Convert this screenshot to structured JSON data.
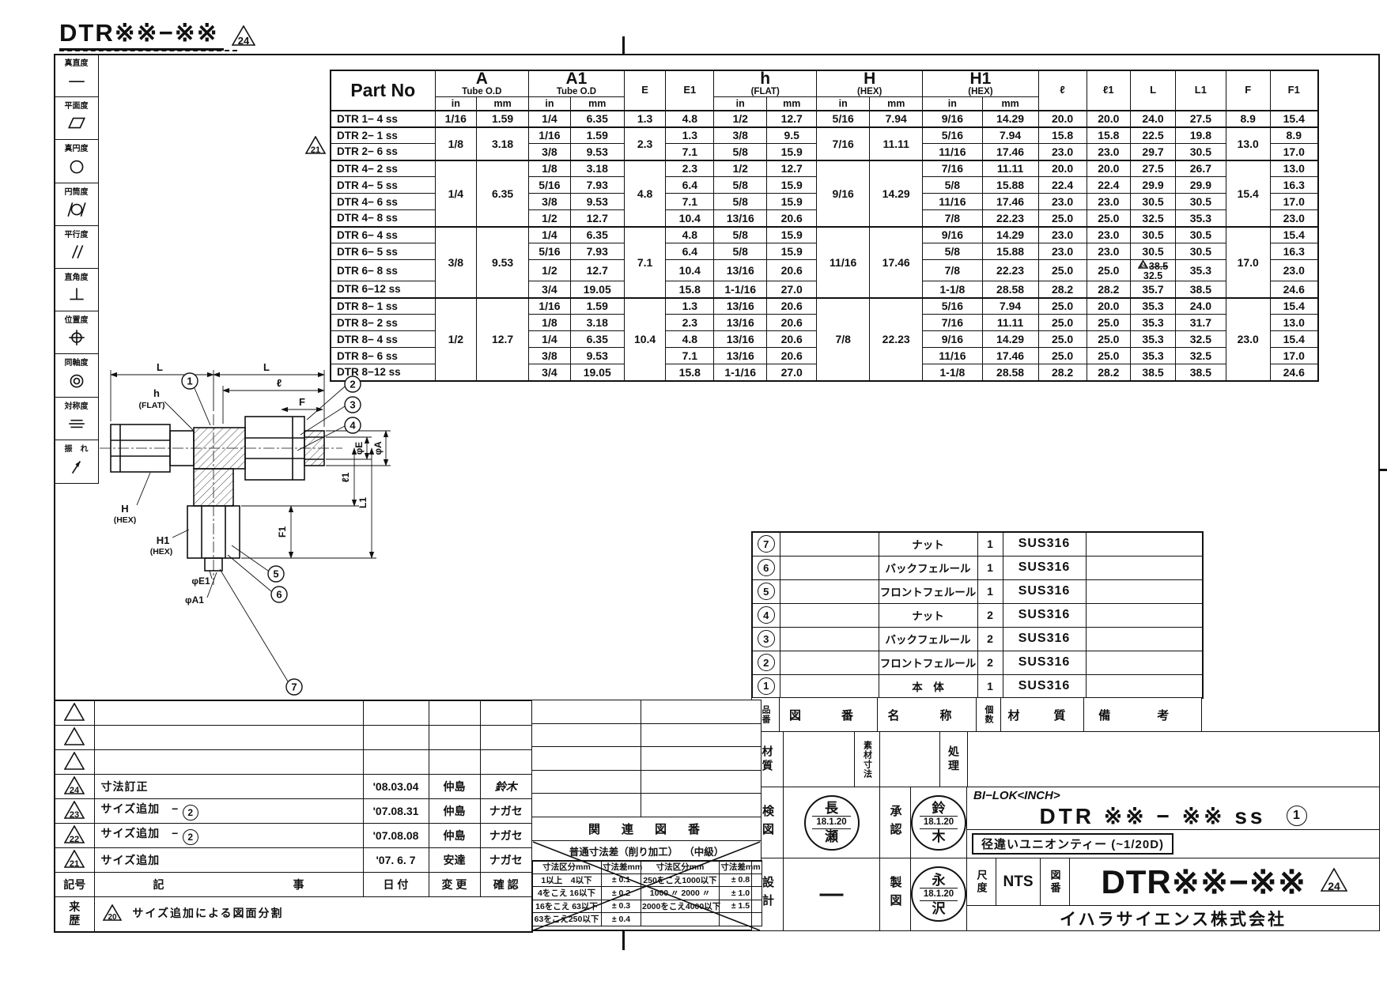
{
  "title": {
    "code": "DTR※※−※※",
    "revision_triangle": "24"
  },
  "gdt_symbols": [
    {
      "label": "真直度",
      "symbol": "straightness"
    },
    {
      "label": "平面度",
      "symbol": "flatness"
    },
    {
      "label": "真円度",
      "symbol": "roundness"
    },
    {
      "label": "円筒度",
      "symbol": "cylindricity"
    },
    {
      "label": "平行度",
      "symbol": "parallelism"
    },
    {
      "label": "直角度",
      "symbol": "perpendicularity"
    },
    {
      "label": "位置度",
      "symbol": "position"
    },
    {
      "label": "同軸度",
      "symbol": "concentricity"
    },
    {
      "label": "対称度",
      "symbol": "symmetry"
    },
    {
      "label": "振　れ",
      "symbol": "runout"
    }
  ],
  "dimension_table": {
    "note_triangle": "21",
    "headers": {
      "part": "Part No",
      "a": "A",
      "a_sub": "Tube O.D",
      "a1": "A1",
      "a1_sub": "Tube O.D",
      "e": "E",
      "e1": "E1",
      "h": "h",
      "h_sub": "(FLAT)",
      "hex": "H",
      "hex_sub": "(HEX)",
      "hex1": "H1",
      "hex1_sub": "(HEX)",
      "l": "ℓ",
      "l1": "ℓ1",
      "L": "L",
      "L1": "L1",
      "f": "F",
      "f1": "F1",
      "in": "in",
      "mm": "mm"
    },
    "groups": [
      {
        "a_in": "1/16",
        "a_mm": "1.59",
        "e": "1.3",
        "hex_in": "5/16",
        "hex_mm": "7.94",
        "f": "8.9",
        "rows": [
          {
            "part": "DTR 1− 4 ss",
            "a1_in": "1/4",
            "a1_mm": "6.35",
            "e1": "4.8",
            "flat_in": "1/2",
            "flat_mm": "12.7",
            "hex1_in": "9/16",
            "hex1_mm": "14.29",
            "l": "20.0",
            "l1": "20.0",
            "L": "24.0",
            "L1": "27.5",
            "f1": "15.4"
          }
        ]
      },
      {
        "a_in": "1/8",
        "a_mm": "3.18",
        "e": "2.3",
        "hex_in": "7/16",
        "hex_mm": "11.11",
        "f": "13.0",
        "rows": [
          {
            "part": "DTR 2− 1 ss",
            "a1_in": "1/16",
            "a1_mm": "1.59",
            "e1": "1.3",
            "flat_in": "3/8",
            "flat_mm": "9.5",
            "hex1_in": "5/16",
            "hex1_mm": "7.94",
            "l": "15.8",
            "l1": "15.8",
            "L": "22.5",
            "L1": "19.8",
            "f1": "8.9"
          },
          {
            "part": "DTR 2− 6 ss",
            "a1_in": "3/8",
            "a1_mm": "9.53",
            "e1": "7.1",
            "flat_in": "5/8",
            "flat_mm": "15.9",
            "hex1_in": "11/16",
            "hex1_mm": "17.46",
            "l": "23.0",
            "l1": "23.0",
            "L": "29.7",
            "L1": "30.5",
            "f1": "17.0"
          }
        ]
      },
      {
        "a_in": "1/4",
        "a_mm": "6.35",
        "e": "4.8",
        "hex_in": "9/16",
        "hex_mm": "14.29",
        "f": "15.4",
        "rows": [
          {
            "part": "DTR 4− 2 ss",
            "a1_in": "1/8",
            "a1_mm": "3.18",
            "e1": "2.3",
            "flat_in": "1/2",
            "flat_mm": "12.7",
            "hex1_in": "7/16",
            "hex1_mm": "11.11",
            "l": "20.0",
            "l1": "20.0",
            "L": "27.5",
            "L1": "26.7",
            "f1": "13.0"
          },
          {
            "part": "DTR 4− 5 ss",
            "a1_in": "5/16",
            "a1_mm": "7.93",
            "e1": "6.4",
            "flat_in": "5/8",
            "flat_mm": "15.9",
            "hex1_in": "5/8",
            "hex1_mm": "15.88",
            "l": "22.4",
            "l1": "22.4",
            "L": "29.9",
            "L1": "29.9",
            "f1": "16.3"
          },
          {
            "part": "DTR 4− 6 ss",
            "a1_in": "3/8",
            "a1_mm": "9.53",
            "e1": "7.1",
            "flat_in": "5/8",
            "flat_mm": "15.9",
            "hex1_in": "11/16",
            "hex1_mm": "17.46",
            "l": "23.0",
            "l1": "23.0",
            "L": "30.5",
            "L1": "30.5",
            "f1": "17.0"
          },
          {
            "part": "DTR 4− 8 ss",
            "a1_in": "1/2",
            "a1_mm": "12.7",
            "e1": "10.4",
            "flat_in": "13/16",
            "flat_mm": "20.6",
            "hex1_in": "7/8",
            "hex1_mm": "22.23",
            "l": "25.0",
            "l1": "25.0",
            "L": "32.5",
            "L1": "35.3",
            "f1": "23.0"
          }
        ]
      },
      {
        "a_in": "3/8",
        "a_mm": "9.53",
        "e": "7.1",
        "hex_in": "11/16",
        "hex_mm": "17.46",
        "f": "17.0",
        "rows": [
          {
            "part": "DTR 6− 4 ss",
            "a1_in": "1/4",
            "a1_mm": "6.35",
            "e1": "4.8",
            "flat_in": "5/8",
            "flat_mm": "15.9",
            "hex1_in": "9/16",
            "hex1_mm": "14.29",
            "l": "23.0",
            "l1": "23.0",
            "L": "30.5",
            "L1": "30.5",
            "f1": "15.4"
          },
          {
            "part": "DTR 6− 5 ss",
            "a1_in": "5/16",
            "a1_mm": "7.93",
            "e1": "6.4",
            "flat_in": "5/8",
            "flat_mm": "15.9",
            "hex1_in": "5/8",
            "hex1_mm": "15.88",
            "l": "23.0",
            "l1": "23.0",
            "L": "30.5",
            "L1": "30.5",
            "f1": "16.3"
          },
          {
            "part": "DTR 6− 8 ss",
            "a1_in": "1/2",
            "a1_mm": "12.7",
            "e1": "10.4",
            "flat_in": "13/16",
            "flat_mm": "20.6",
            "hex1_in": "7/8",
            "hex1_mm": "22.23",
            "l": "25.0",
            "l1": "25.0",
            "L": "32.5",
            "L_strike": "38.5",
            "L_strike_tri": "24",
            "L1": "35.3",
            "f1": "23.0"
          },
          {
            "part": "DTR 6−12 ss",
            "a1_in": "3/4",
            "a1_mm": "19.05",
            "e1": "15.8",
            "flat_in": "1-1/16",
            "flat_mm": "27.0",
            "hex1_in": "1-1/8",
            "hex1_mm": "28.58",
            "l": "28.2",
            "l1": "28.2",
            "L": "35.7",
            "L1": "38.5",
            "f1": "24.6"
          }
        ]
      },
      {
        "a_in": "1/2",
        "a_mm": "12.7",
        "e": "10.4",
        "hex_in": "7/8",
        "hex_mm": "22.23",
        "f": "23.0",
        "rows": [
          {
            "part": "DTR 8− 1 ss",
            "a1_in": "1/16",
            "a1_mm": "1.59",
            "e1": "1.3",
            "flat_in": "13/16",
            "flat_mm": "20.6",
            "hex1_in": "5/16",
            "hex1_mm": "7.94",
            "l": "25.0",
            "l1": "20.0",
            "L": "35.3",
            "L1": "24.0",
            "f1": "15.4"
          },
          {
            "part": "DTR 8− 2 ss",
            "a1_in": "1/8",
            "a1_mm": "3.18",
            "e1": "2.3",
            "flat_in": "13/16",
            "flat_mm": "20.6",
            "hex1_in": "7/16",
            "hex1_mm": "11.11",
            "l": "25.0",
            "l1": "25.0",
            "L": "35.3",
            "L1": "31.7",
            "f1": "13.0"
          },
          {
            "part": "DTR 8− 4 ss",
            "a1_in": "1/4",
            "a1_mm": "6.35",
            "e1": "4.8",
            "flat_in": "13/16",
            "flat_mm": "20.6",
            "hex1_in": "9/16",
            "hex1_mm": "14.29",
            "l": "25.0",
            "l1": "25.0",
            "L": "35.3",
            "L1": "32.5",
            "f1": "15.4"
          },
          {
            "part": "DTR 8− 6 ss",
            "a1_in": "3/8",
            "a1_mm": "9.53",
            "e1": "7.1",
            "flat_in": "13/16",
            "flat_mm": "20.6",
            "hex1_in": "11/16",
            "hex1_mm": "17.46",
            "l": "25.0",
            "l1": "25.0",
            "L": "35.3",
            "L1": "32.5",
            "f1": "17.0"
          },
          {
            "part": "DTR 8−12 ss",
            "a1_in": "3/4",
            "a1_mm": "19.05",
            "e1": "15.8",
            "flat_in": "1-1/16",
            "flat_mm": "27.0",
            "hex1_in": "1-1/8",
            "hex1_mm": "28.58",
            "l": "28.2",
            "l1": "28.2",
            "L": "38.5",
            "L1": "38.5",
            "f1": "24.6"
          }
        ]
      }
    ]
  },
  "drawing": {
    "labels": {
      "dim_l_left": "L",
      "dim_l_right": "L",
      "dim_l_small": "ℓ",
      "h": "h",
      "h_sub": "(FLAT)",
      "f": "F",
      "phi_e": "φE",
      "phi_a": "φA",
      "l1_small": "ℓ1",
      "dim_l1": "L1",
      "f1": "F1",
      "hex_h": "H",
      "hex_h_sub": "(HEX)",
      "hex_h1": "H1",
      "hex_h1_sub": "(HEX)",
      "phi_e1": "φE1",
      "phi_a1": "φA1"
    },
    "callouts": [
      "1",
      "2",
      "3",
      "4",
      "5",
      "6",
      "7"
    ]
  },
  "parts_list": {
    "items": [
      {
        "no": "7",
        "zuban": "",
        "name": "ナット",
        "qty": "1",
        "material": "SUS316",
        "remark": ""
      },
      {
        "no": "6",
        "zuban": "",
        "name": "バックフェルール",
        "qty": "1",
        "material": "SUS316",
        "remark": ""
      },
      {
        "no": "5",
        "zuban": "",
        "name": "フロントフェルール",
        "qty": "1",
        "material": "SUS316",
        "remark": ""
      },
      {
        "no": "4",
        "zuban": "",
        "name": "ナット",
        "qty": "2",
        "material": "SUS316",
        "remark": ""
      },
      {
        "no": "3",
        "zuban": "",
        "name": "バックフェルール",
        "qty": "2",
        "material": "SUS316",
        "remark": ""
      },
      {
        "no": "2",
        "zuban": "",
        "name": "フロントフェルール",
        "qty": "2",
        "material": "SUS316",
        "remark": ""
      },
      {
        "no": "1",
        "zuban": "",
        "name": "本　体",
        "qty": "1",
        "material": "SUS316",
        "remark": ""
      }
    ],
    "headers": {
      "no": "品番",
      "zuban": "図　番",
      "name": "名　称",
      "qty": "個数",
      "material": "材　質",
      "remark": "備　考"
    },
    "material_row": {
      "material": "材質",
      "stock": "素材寸法",
      "treatment": "処理"
    }
  },
  "title_block": {
    "inspect_label": "検図",
    "approve_label": "承認",
    "design_label": "設計",
    "draft_label": "製図",
    "stamps": {
      "inspect": {
        "top": "長",
        "date": "18.1.20",
        "bottom": "瀬"
      },
      "approve": {
        "top": "鈴",
        "date": "18.1.20",
        "bottom": "木"
      },
      "draft": {
        "top": "永",
        "date": "18.1.20",
        "bottom": "沢"
      }
    },
    "design_value": "—",
    "brand": "BI−LOK<INCH>",
    "part_code": "DTR ※※ − ※※ ss",
    "part_code_circle": "1",
    "product_name": "径違いユニオンティー (~1/20D)",
    "scale_label": "尺度",
    "scale": "NTS",
    "dwg_label": "図番",
    "dwg_no": "DTR※※−※※",
    "dwg_tri": "24",
    "company": "イハラサイエンス株式会社"
  },
  "revision": {
    "blank_rows": 3,
    "rows": [
      {
        "mark": "24",
        "desc": "寸法訂正",
        "desc_circle": "",
        "date": "'08.03.04",
        "by": "仲島",
        "check": "鈴木",
        "handwritten": true
      },
      {
        "mark": "23",
        "desc": "サイズ追加　−",
        "desc_circle": "2",
        "date": "'07.08.31",
        "by": "仲島",
        "check": "ナガセ"
      },
      {
        "mark": "22",
        "desc": "サイズ追加　−",
        "desc_circle": "2",
        "date": "'07.08.08",
        "by": "仲島",
        "check": "ナガセ"
      },
      {
        "mark": "21",
        "desc": "サイズ追加",
        "desc_circle": "",
        "date": "'07. 6. 7",
        "by": "安達",
        "check": "ナガセ"
      }
    ],
    "header": {
      "mark": "記号",
      "desc_l": "記",
      "desc_r": "事",
      "date": "日 付",
      "by": "変 更",
      "check": "確 認"
    },
    "history": {
      "label_top": "来",
      "label_bottom": "歴",
      "mark": "20",
      "text": "サイズ追加による図面分割"
    }
  },
  "related": {
    "label": "関　連　図　番"
  },
  "tolerance": {
    "title": "普通寸法差（削り加工）",
    "grade": "（中級）",
    "headers": [
      "寸法区分mm",
      "寸法差mm",
      "寸法区分mm",
      "寸法差mm"
    ],
    "rows": [
      [
        "1以上　4以下",
        "± 0.1",
        "250をこえ1000以下",
        "± 0.8"
      ],
      [
        "4をこえ 16以下",
        "± 0.2",
        "1000 〃 2000 〃",
        "± 1.0"
      ],
      [
        "16をこえ 63以下",
        "± 0.3",
        "2000をこえ4000以下",
        "± 1.5"
      ],
      [
        "63をこえ250以下",
        "± 0.4",
        "",
        ""
      ]
    ]
  }
}
